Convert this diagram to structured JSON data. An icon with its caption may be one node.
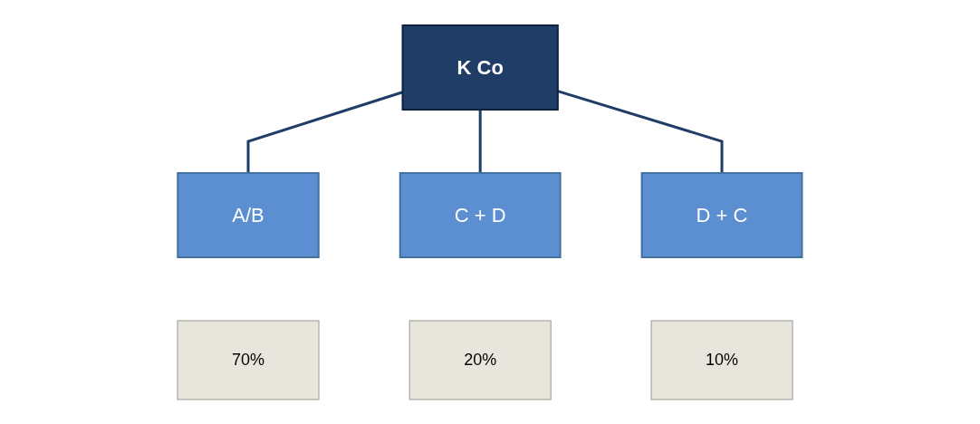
{
  "diagram": {
    "nodes": [
      {
        "text": [
          "K Co"
        ]
      },
      {
        "text": [
          "A/B"
        ]
      },
      {
        "text": [
          "C + D"
        ]
      },
      {
        "text": [
          "D + C"
        ]
      },
      {
        "text": [
          "70%"
        ]
      },
      {
        "text": [
          "20%"
        ]
      },
      {
        "text": [
          "10%"
        ]
      }
    ],
    "edges": [
      {
        "from": 0,
        "to": 1,
        "arrow": "none"
      },
      {
        "from": 0,
        "to": 2,
        "arrow": "none"
      },
      {
        "from": 0,
        "to": 3,
        "arrow": "none"
      }
    ]
  }
}
